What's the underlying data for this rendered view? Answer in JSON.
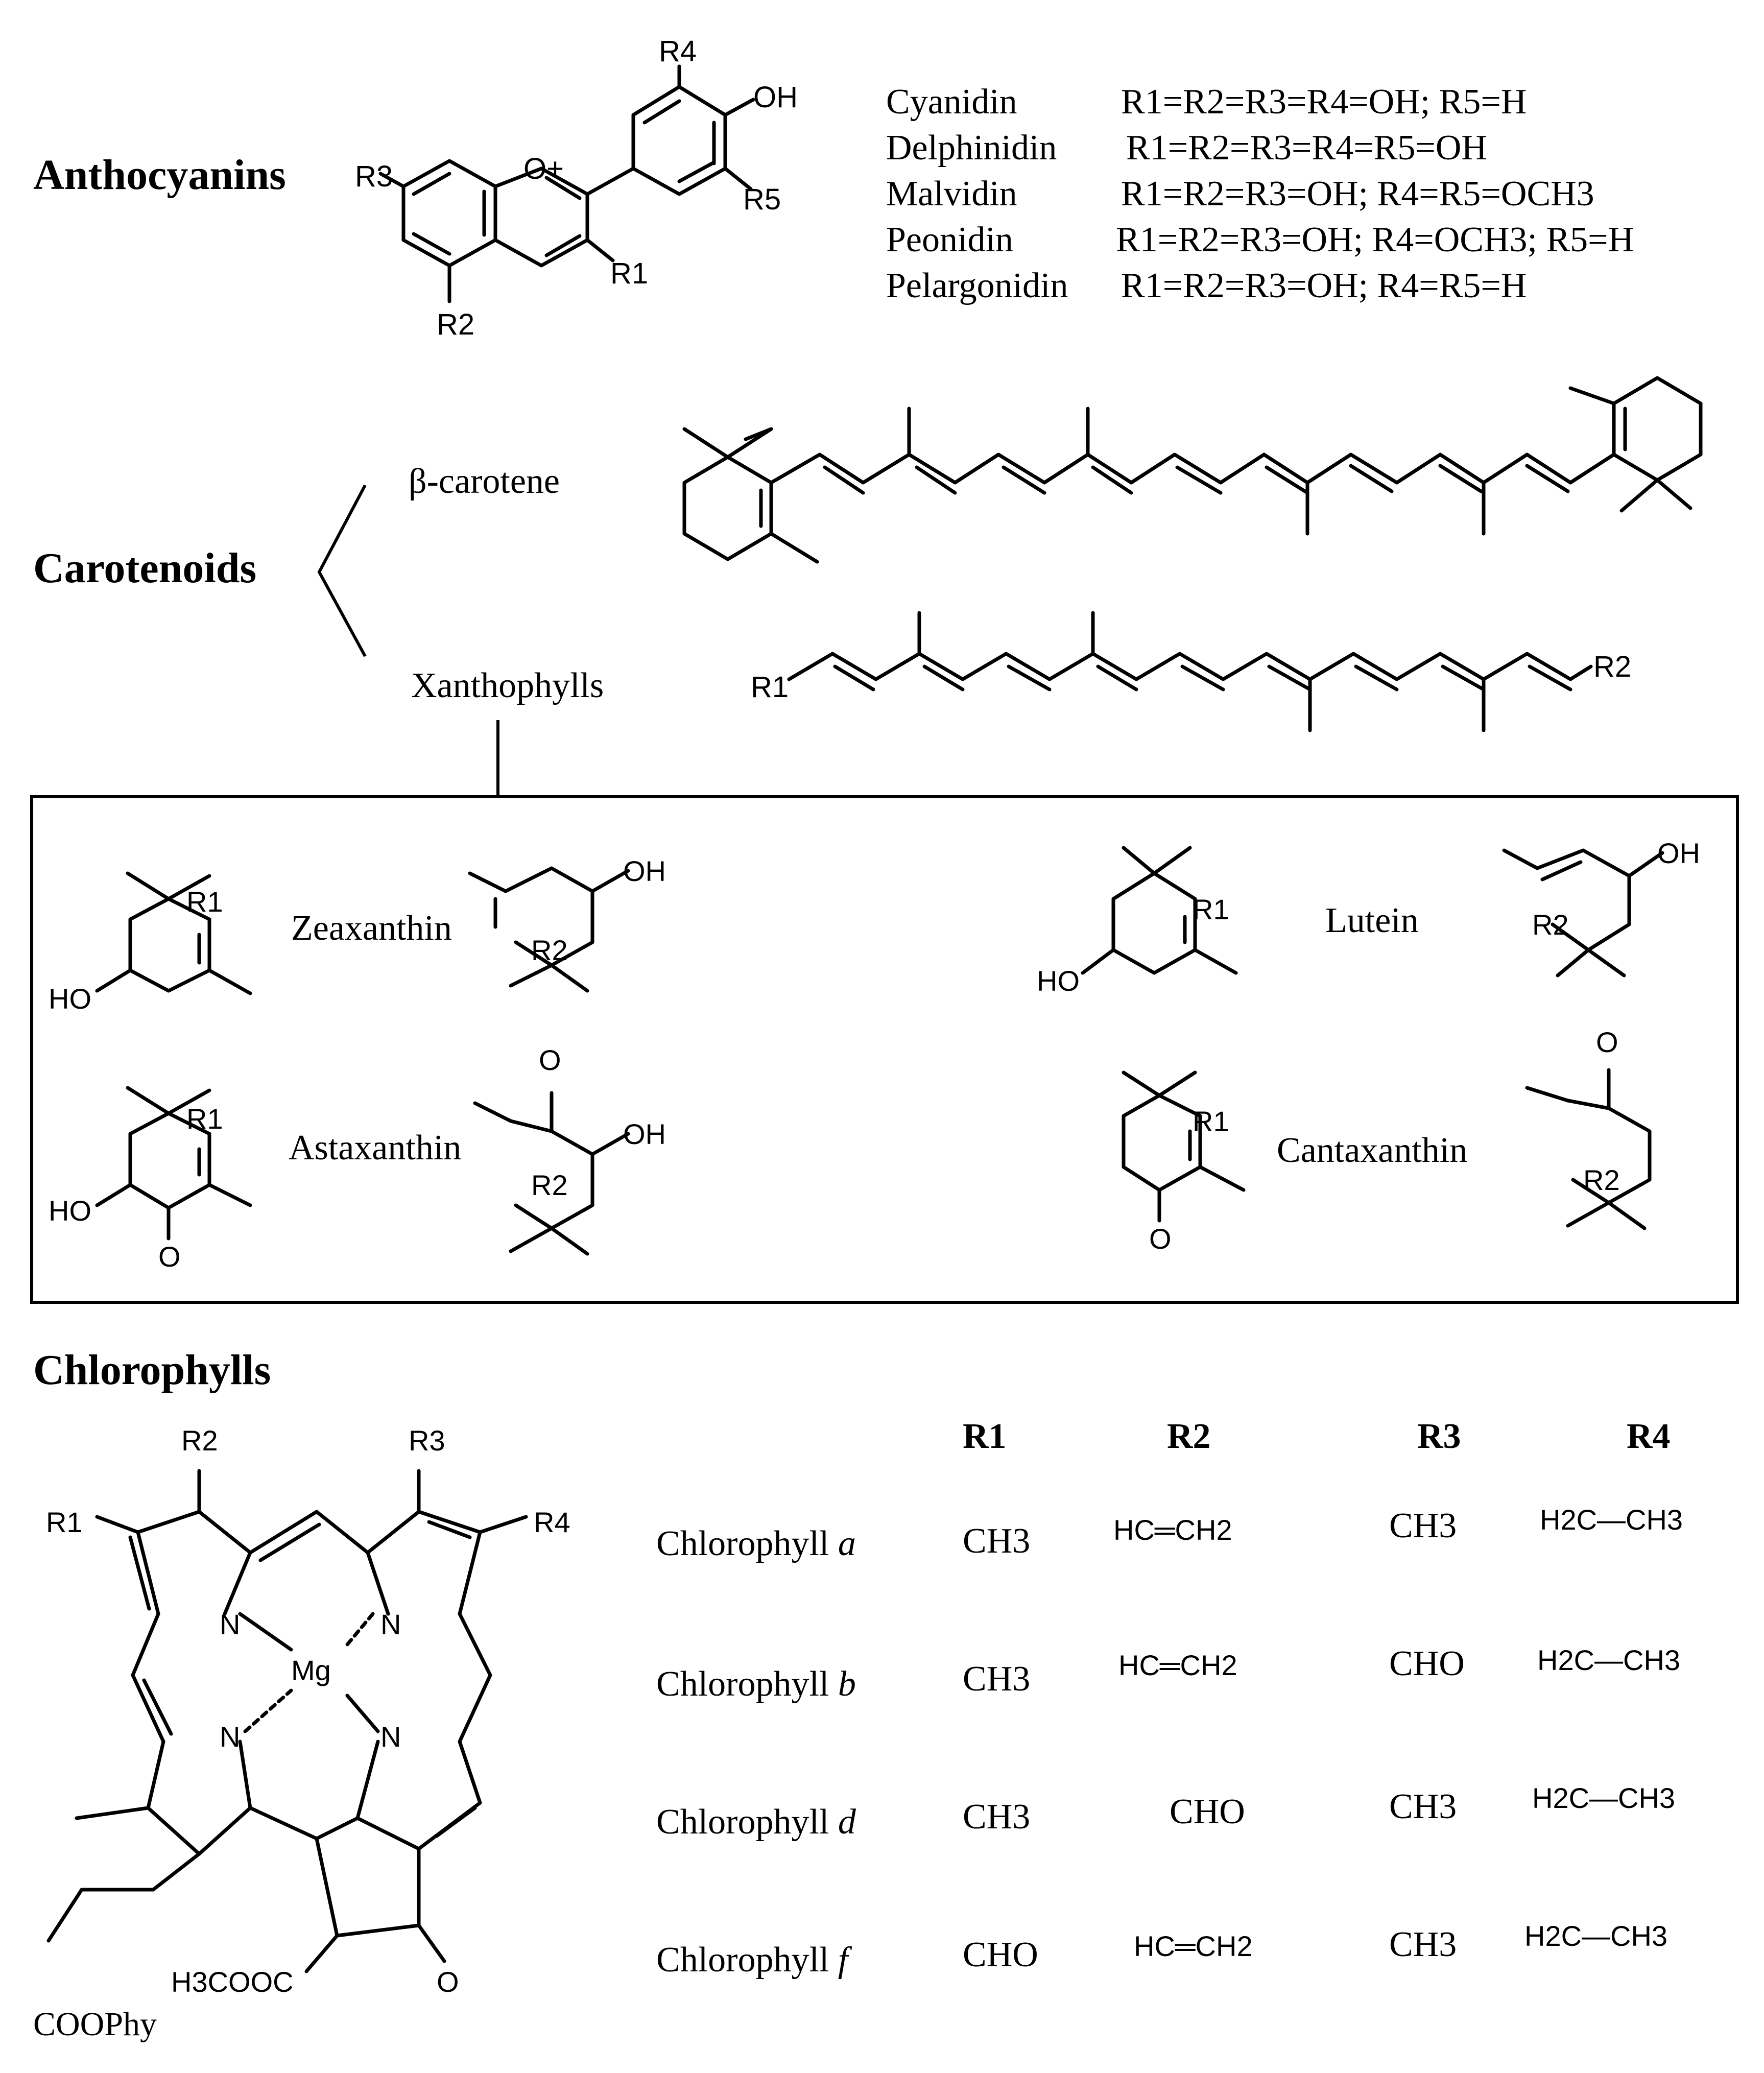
{
  "anthocyanins": {
    "heading": "Anthocyanins",
    "ring_labels": {
      "r1": "R1",
      "r2": "R2",
      "r3": "R3",
      "r4": "R4",
      "r5": "R5",
      "oh": "OH",
      "oplus": "O+"
    },
    "variants": [
      {
        "name": "Cyanidin",
        "formula": "R1=R2=R3=R4=OH; R5=H"
      },
      {
        "name": "Delphinidin",
        "formula": "R1=R2=R3=R4=R5=OH"
      },
      {
        "name": "Malvidin",
        "formula": "R1=R2=R3=OH; R4=R5=OCH3"
      },
      {
        "name": "Peonidin",
        "formula": "R1=R2=R3=OH; R4=OCH3; R5=H"
      },
      {
        "name": "Pelargonidin",
        "formula": "R1=R2=R3=OH; R4=R5=H"
      }
    ]
  },
  "carotenoids": {
    "heading": "Carotenoids",
    "beta_carotene": "β-carotene",
    "xanthophylls": "Xanthophylls",
    "chain_labels": {
      "r1": "R1",
      "r2": "R2"
    },
    "box": [
      {
        "name": "Zeaxanthin"
      },
      {
        "name": "Lutein"
      },
      {
        "name": "Astaxanthin"
      },
      {
        "name": "Cantaxanthin"
      }
    ],
    "box_labels": {
      "ho": "HO",
      "oh": "OH",
      "o": "O",
      "r1": "R1",
      "r2": "R2"
    }
  },
  "chlorophylls": {
    "heading": "Chlorophylls",
    "structure_labels": {
      "r1": "R1",
      "r2": "R2",
      "r3": "R3",
      "r4": "R4",
      "n": "N",
      "mg": "Mg",
      "ester": "H3COOC",
      "o": "O",
      "coophy": "COOPhy"
    },
    "table": {
      "columns": [
        "R1",
        "R2",
        "R3",
        "R4"
      ],
      "rows": [
        {
          "name": "Chlorophyll",
          "letter": "a",
          "r1": "CH3",
          "r2": "HC═CH2",
          "r3": "CH3",
          "r4": "H2C—CH3"
        },
        {
          "name": "Chlorophyll",
          "letter": "b",
          "r1": "CH3",
          "r2": "HC═CH2",
          "r3": "CHO",
          "r4": "H2C—CH3"
        },
        {
          "name": "Chlorophyll",
          "letter": "d",
          "r1": "CH3",
          "r2": "CHO",
          "r3": "CH3",
          "r4": "H2C—CH3"
        },
        {
          "name": "Chlorophyll",
          "letter": "f",
          "r1": "CHO",
          "r2": "HC═CH2",
          "r3": "CH3",
          "r4": "H2C—CH3"
        }
      ]
    }
  }
}
